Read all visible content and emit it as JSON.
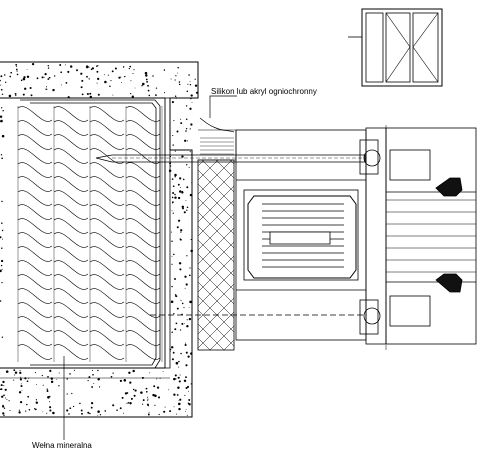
{
  "labels": {
    "sealant": "Silikon lub akryl ogniochronny",
    "insulation": "Wełna mineralna"
  },
  "colors": {
    "line": "#000000",
    "background": "#ffffff",
    "fill_dark": "#111111"
  },
  "views": {
    "detail": "section-detail",
    "key_plan": "window-elevation-key"
  }
}
